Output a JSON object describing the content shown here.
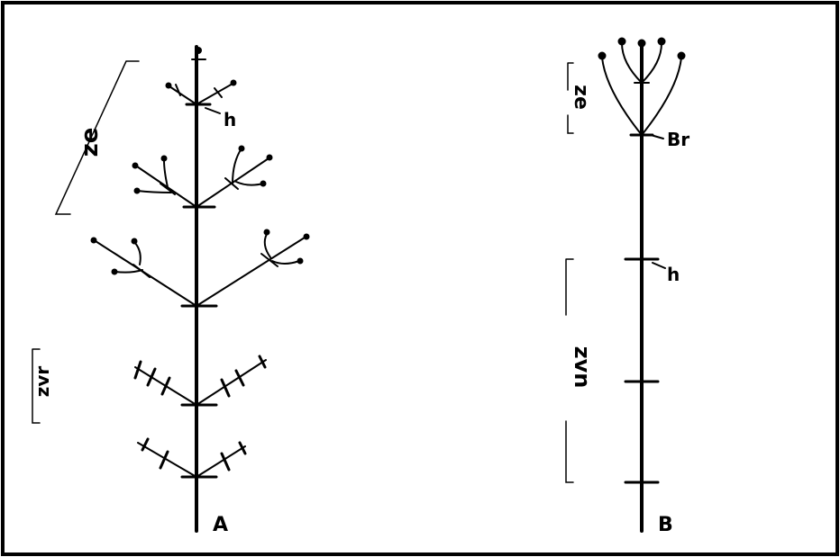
{
  "panel_a": {
    "panel_label": "A",
    "zone_upper": "ze",
    "zone_lower": "zvr",
    "node_label": "h"
  },
  "panel_b": {
    "panel_label": "B",
    "zone_upper": "ze",
    "zone_lower": "zvn",
    "bract_label": "Br",
    "node_label": "h"
  },
  "colors": {
    "ink": "#000000",
    "background": "#ffffff"
  }
}
